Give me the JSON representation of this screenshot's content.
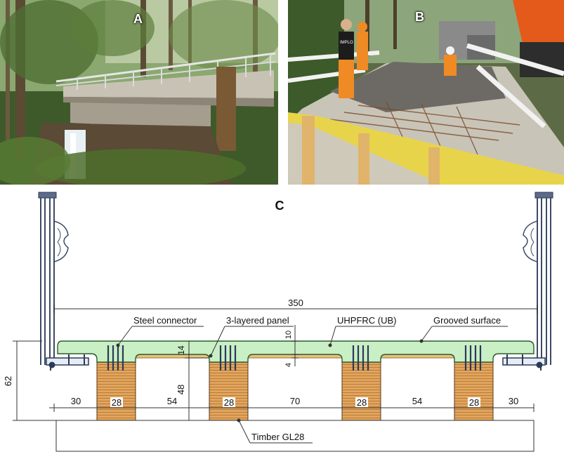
{
  "panels": {
    "a_label": "A",
    "b_label": "B",
    "c_label": "C"
  },
  "photo_b": {
    "shirt_text": "IMPLO"
  },
  "diagram": {
    "total_width": "350",
    "steel_connector": "Steel connector",
    "layered_panel": "3-layered panel",
    "uhpfrc": "UHPFRC (UB)",
    "grooved_surface": "Grooved surface",
    "timber": "Timber GL28",
    "dim_10": "10",
    "dim_14": "14",
    "dim_4": "4",
    "dim_48": "48",
    "dim_62": "62",
    "spacing": [
      "30",
      "28",
      "54",
      "28",
      "70",
      "28",
      "54",
      "28",
      "30"
    ]
  },
  "colors": {
    "uhpfrc_fill": "#c9efc4",
    "timber_fill": "#e2a55d",
    "steel": "#4a5a7a"
  }
}
